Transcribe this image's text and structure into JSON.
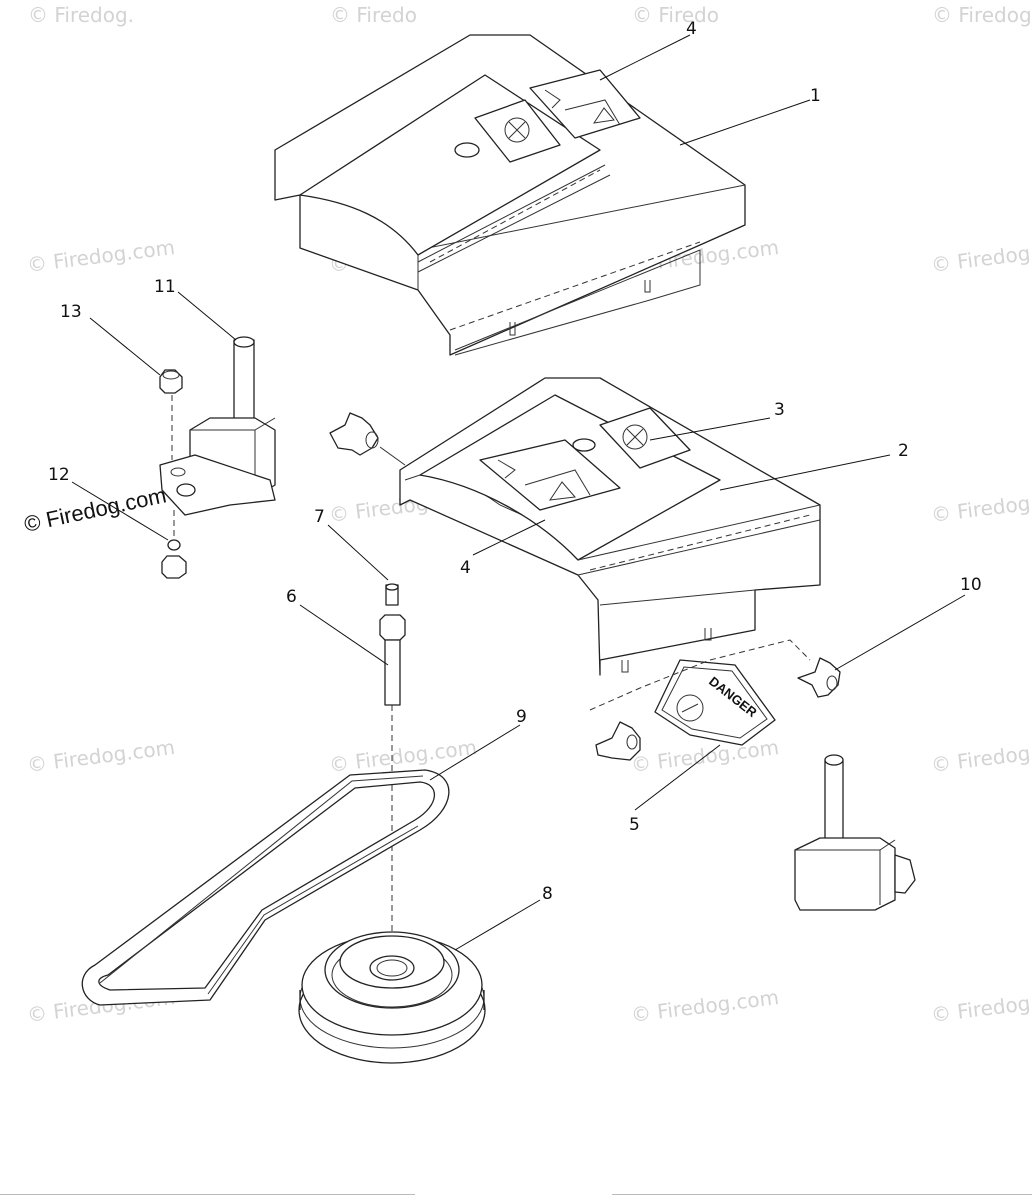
{
  "watermark": {
    "text": "© Firedog.com",
    "top_left_partial": "© Firedog.",
    "top_mid_partial": "© Firedo",
    "top_right_partial": "© Firedog"
  },
  "callouts": {
    "c1": "1",
    "c2": "2",
    "c3": "3",
    "c4a": "4",
    "c4b": "4",
    "c5": "5",
    "c6": "6",
    "c7": "7",
    "c8": "8",
    "c9": "9",
    "c10": "10",
    "c11": "11",
    "c12": "12",
    "c13": "13"
  },
  "decals": {
    "danger_text": "DANGER"
  }
}
